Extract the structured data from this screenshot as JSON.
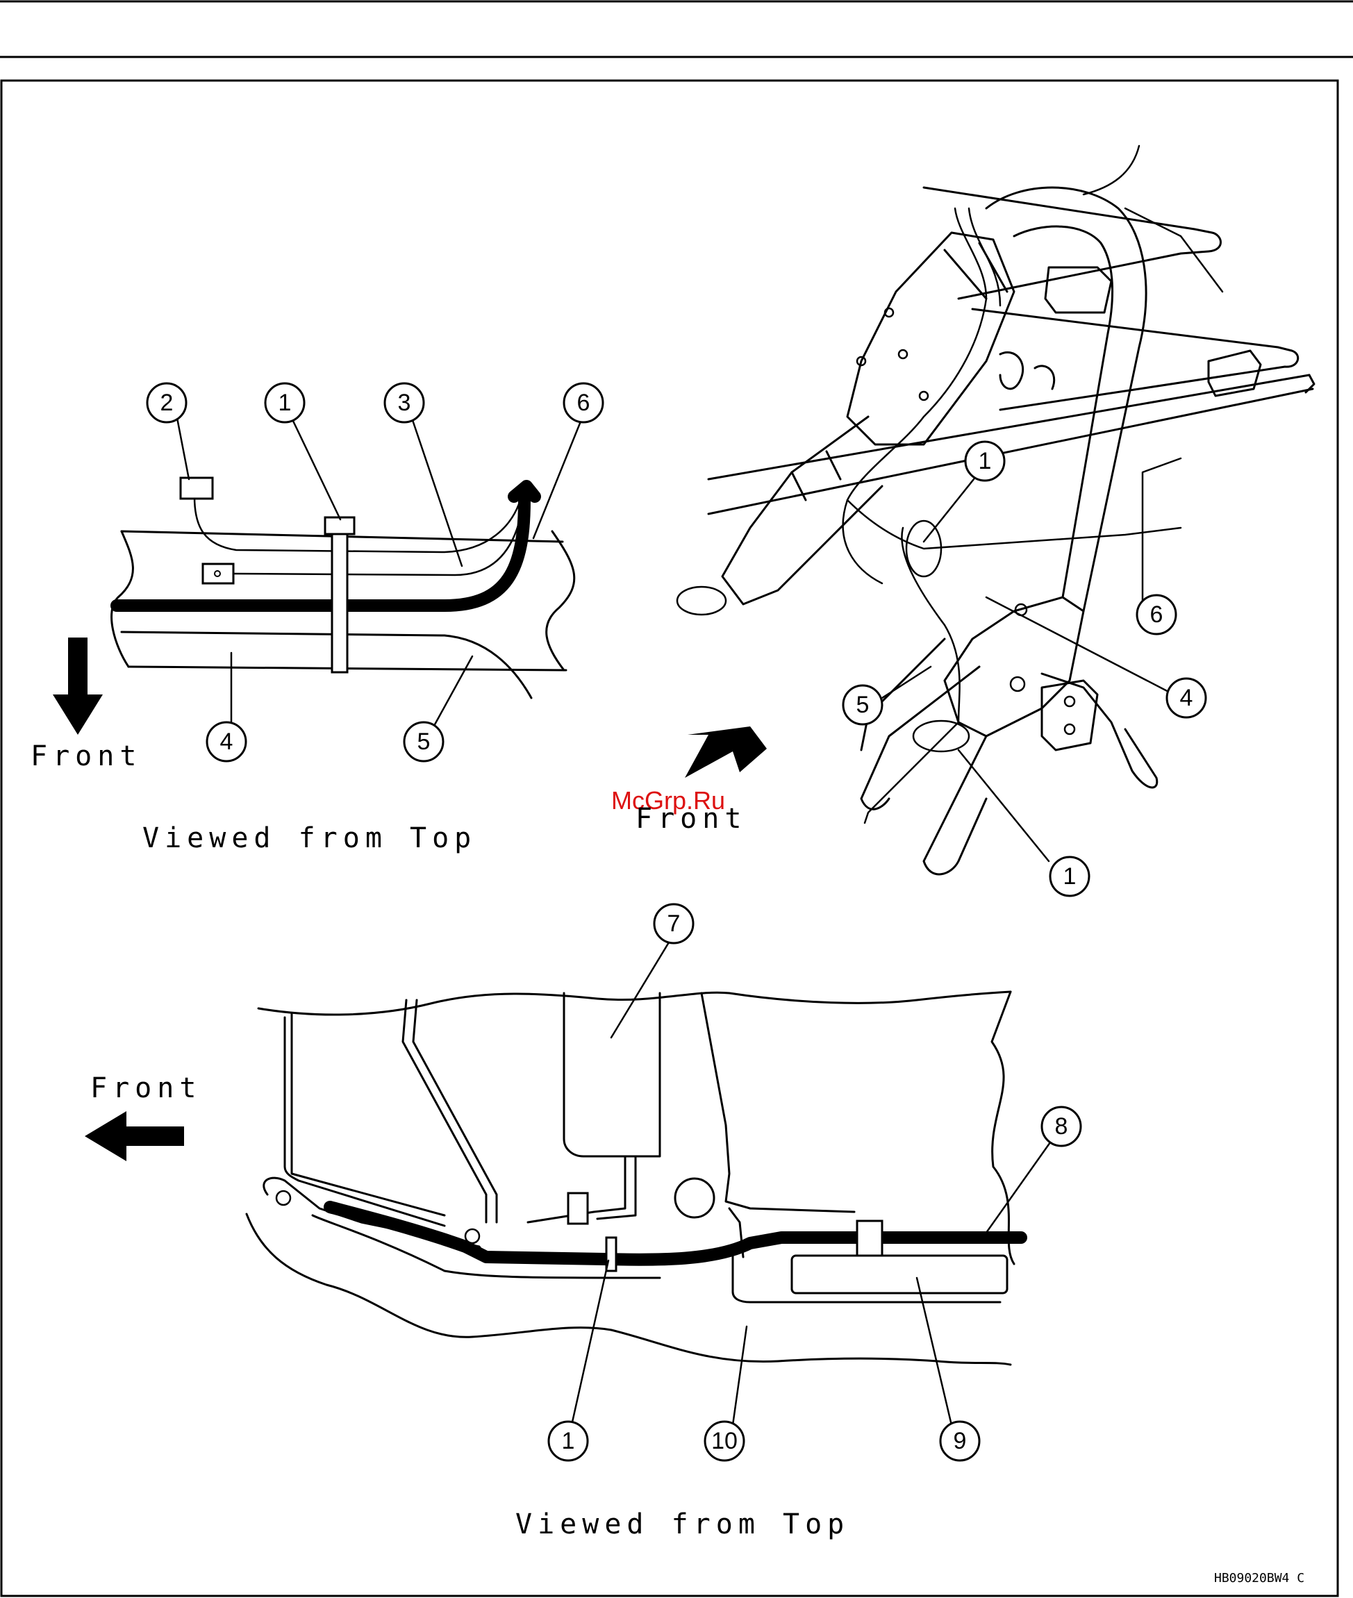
{
  "diagram": {
    "callouts": {
      "top_left": [
        "2",
        "1",
        "3",
        "6",
        "4",
        "5"
      ],
      "top_right": [
        "1",
        "6",
        "5",
        "4",
        "1"
      ],
      "bottom": [
        "7",
        "8",
        "1",
        "10",
        "9"
      ]
    },
    "labels": {
      "front_top_left": "Front",
      "front_top_right": "Front",
      "front_bottom": "Front",
      "viewed_top": "Viewed from Top",
      "viewed_bottom": "Viewed from Top"
    },
    "watermark": "McGrp.Ru",
    "figure_code": "HB09020BW4 C"
  }
}
